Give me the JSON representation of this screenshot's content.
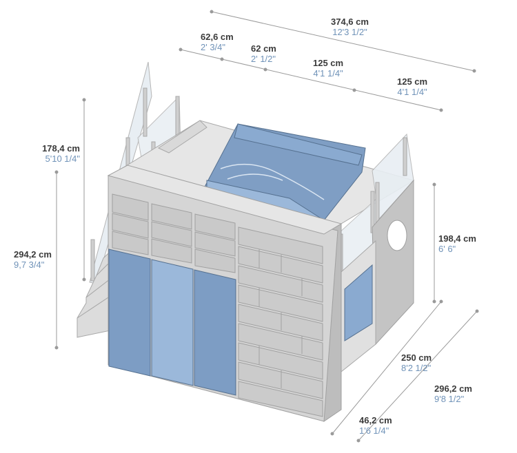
{
  "colors": {
    "dim_line": "#9a9a9a",
    "cm_text": "#3a3a3a",
    "inch_text": "#6f92b8",
    "panel_front": "#d5d5d5",
    "panel_side": "#bdbdbd",
    "panel_top": "#e6e6e6",
    "door_dark": "#7d9dc4",
    "door_light": "#9bb8da",
    "bedding": "#7f9ec4",
    "glass": "#e8eef3"
  },
  "dimensions": {
    "total_width": {
      "cm": "374,6 cm",
      "in": "12'3 1/2\""
    },
    "seg_1": {
      "cm": "62,6 cm",
      "in": "2' 3/4\""
    },
    "seg_2": {
      "cm": "62 cm",
      "in": "2' 1/2\""
    },
    "seg_3": {
      "cm": "125 cm",
      "in": "4'1 1/4\""
    },
    "seg_4": {
      "cm": "125 cm",
      "in": "4'1 1/4\""
    },
    "rail_height": {
      "cm": "178,4 cm",
      "in": "5'10 1/4\""
    },
    "total_height": {
      "cm": "294,2 cm",
      "in": "9,7 3/4\""
    },
    "bed_height": {
      "cm": "198,4 cm",
      "in": "6' 6\""
    },
    "depth_250": {
      "cm": "250 cm",
      "in": "8'2 1/2\""
    },
    "depth_total": {
      "cm": "296,2 cm",
      "in": "9'8 1/2\""
    },
    "depth_wardrobe": {
      "cm": "46,2 cm",
      "in": "1'6 1/4\""
    }
  }
}
